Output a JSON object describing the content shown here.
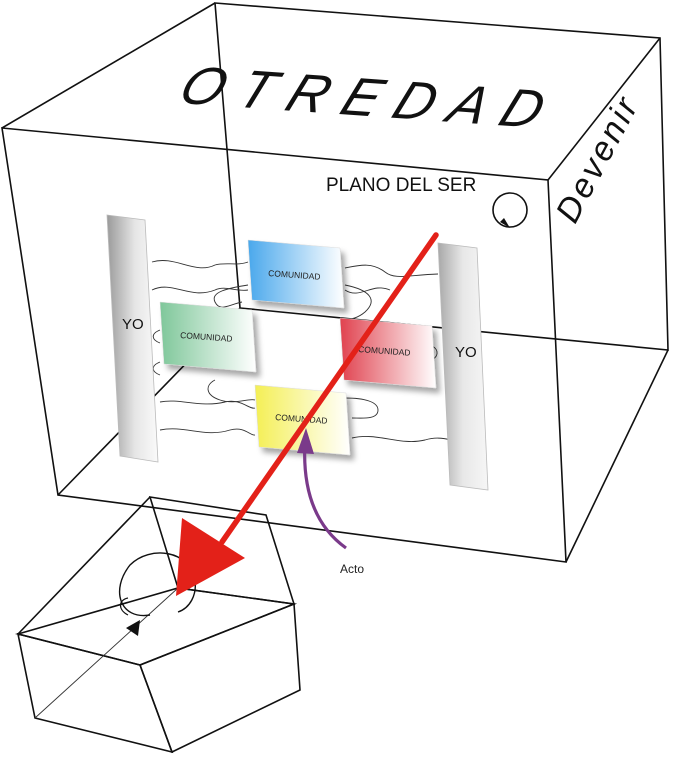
{
  "title": "OTREDAD",
  "side_label": "Devenir",
  "plane_label": "PLANO DEL SER",
  "yo_left": "YO",
  "yo_right": "YO",
  "community_label": "COMUNIDAD",
  "act_label": "Acto",
  "colors": {
    "arrow": "#e32119",
    "act_arrow": "#7a3a8a",
    "community_blue": "#4aa8ec",
    "community_green": "#7fc79a",
    "community_red": "#e0424f",
    "community_yellow": "#f4ef55",
    "pillar": "#c8c8c8"
  }
}
